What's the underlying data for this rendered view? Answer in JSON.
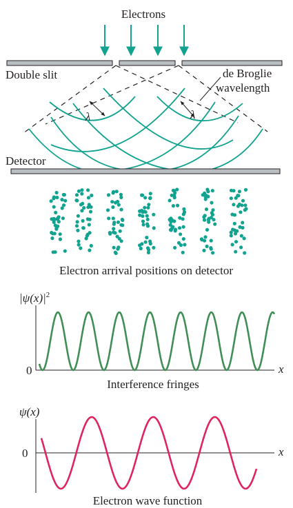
{
  "labels": {
    "electrons": "Electrons",
    "double_slit": "Double slit",
    "de_broglie_line1": "de Broglie",
    "de_broglie_line2": "wavelength",
    "lambda": "λ",
    "detector": "Detector",
    "arrival_caption": "Electron arrival positions on detector",
    "psi_squared": "|ψ(x)|",
    "psi_squared_exp": "2",
    "zero": "0",
    "x_axis": "x",
    "fringes_caption": "Interference fringes",
    "psi": "ψ(x)",
    "wave_caption": "Electron wave function"
  },
  "colors": {
    "teal": "#11a38f",
    "green": "#3f8f55",
    "magenta": "#e0245e",
    "gray_bar": "#b9bec3",
    "dark": "#231f20"
  }
}
